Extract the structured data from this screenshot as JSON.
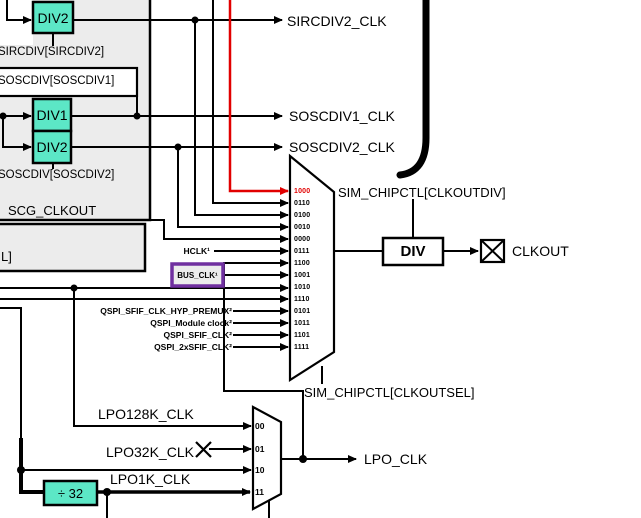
{
  "colors": {
    "block_fill": "#ececec",
    "divider_fill": "#5ce7c6",
    "highlight_border": "#7030a0",
    "selected_path_red": "#e10000",
    "line": "#000000"
  },
  "scg_block": {
    "sircdiv2_reg": "SIRCDIV[SIRCDIV2]",
    "soscdiv1_reg": "SOSCDIV[SOSCDIV1]",
    "soscdiv2_reg": "SOSCDIV[SOSCDIV2]",
    "scg_clkout": "SCG_CLKOUT",
    "partial_reg": "L]",
    "sirc_div2_box": "DIV2",
    "sosc_div1_box": "DIV1",
    "sosc_div2_box": "DIV2"
  },
  "clock_outputs": {
    "sircdiv2": "SIRCDIV2_CLK",
    "soscdiv1": "SOSCDIV1_CLK",
    "soscdiv2": "SOSCDIV2_CLK"
  },
  "clkout_path": {
    "div_reg": "SIM_CHIPCTL[CLKOUTDIV]",
    "sel_reg": "SIM_CHIPCTL[CLKOUTSEL]",
    "div_box": "DIV",
    "output": "CLKOUT",
    "mux_inputs": [
      {
        "code": "1000",
        "selected": true
      },
      {
        "code": "0110"
      },
      {
        "code": "0100"
      },
      {
        "code": "0010"
      },
      {
        "code": "0000"
      },
      {
        "code": "0111"
      },
      {
        "code": "1100"
      },
      {
        "code": "1001"
      },
      {
        "code": "1010"
      },
      {
        "code": "1110"
      },
      {
        "code": "0101"
      },
      {
        "code": "1011"
      },
      {
        "code": "1101"
      },
      {
        "code": "1111"
      }
    ],
    "input_labels": {
      "hclk": "HCLK¹",
      "bus_clk": "BUS_CLK¹",
      "qspi": [
        "QSPI_SFIF_CLK_HYP_PREMUX²",
        "QSPI_Module clock²",
        "QSPI_SFIF_CLK²",
        "QSPI_2xSFIF_CLK²"
      ]
    }
  },
  "lpo_path": {
    "mux_codes": [
      "00",
      "01",
      "10",
      "11"
    ],
    "lpo128k": "LPO128K_CLK",
    "lpo32k": "LPO32K_CLK",
    "lpo1k": "LPO1K_CLK",
    "divider": "÷ 32",
    "output": "LPO_CLK"
  }
}
